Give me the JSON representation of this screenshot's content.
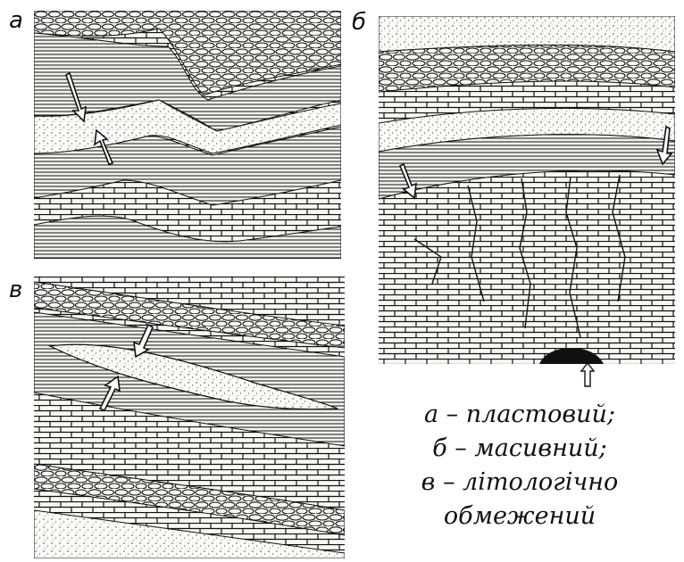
{
  "panels": [
    {
      "id": "a",
      "label": "а"
    },
    {
      "id": "b",
      "label": "б"
    },
    {
      "id": "v",
      "label": "в"
    }
  ],
  "legend": [
    "а – пластовий;",
    "б – масивний;",
    "в – літологічно",
    "обмежений"
  ]
}
